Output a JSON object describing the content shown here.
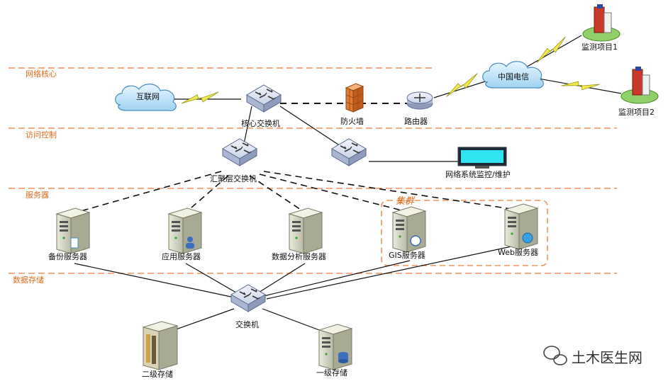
{
  "zones": {
    "core": "网络核心",
    "access": "访问控制",
    "servers": "服务器",
    "storage": "数据存储"
  },
  "cluster_label": "集群",
  "nodes": {
    "internet": "互联网",
    "core_switch": "核心交换机",
    "firewall": "防火墙",
    "router": "路由器",
    "telecom": "中国电信",
    "site1": "监测项目1",
    "site2": "监测项目2",
    "agg_switch": "汇聚层交换机",
    "monitor": "网络系统监控/维护",
    "backup_server": "备份服务器",
    "app_server": "应用服务器",
    "analysis_server": "数据分析服务器",
    "gis_server": "GIS服务器",
    "web_server": "Web服务器",
    "switch": "交换机",
    "storage2": "二级存储",
    "storage1": "一级存储"
  },
  "watermark": "土木医生网"
}
